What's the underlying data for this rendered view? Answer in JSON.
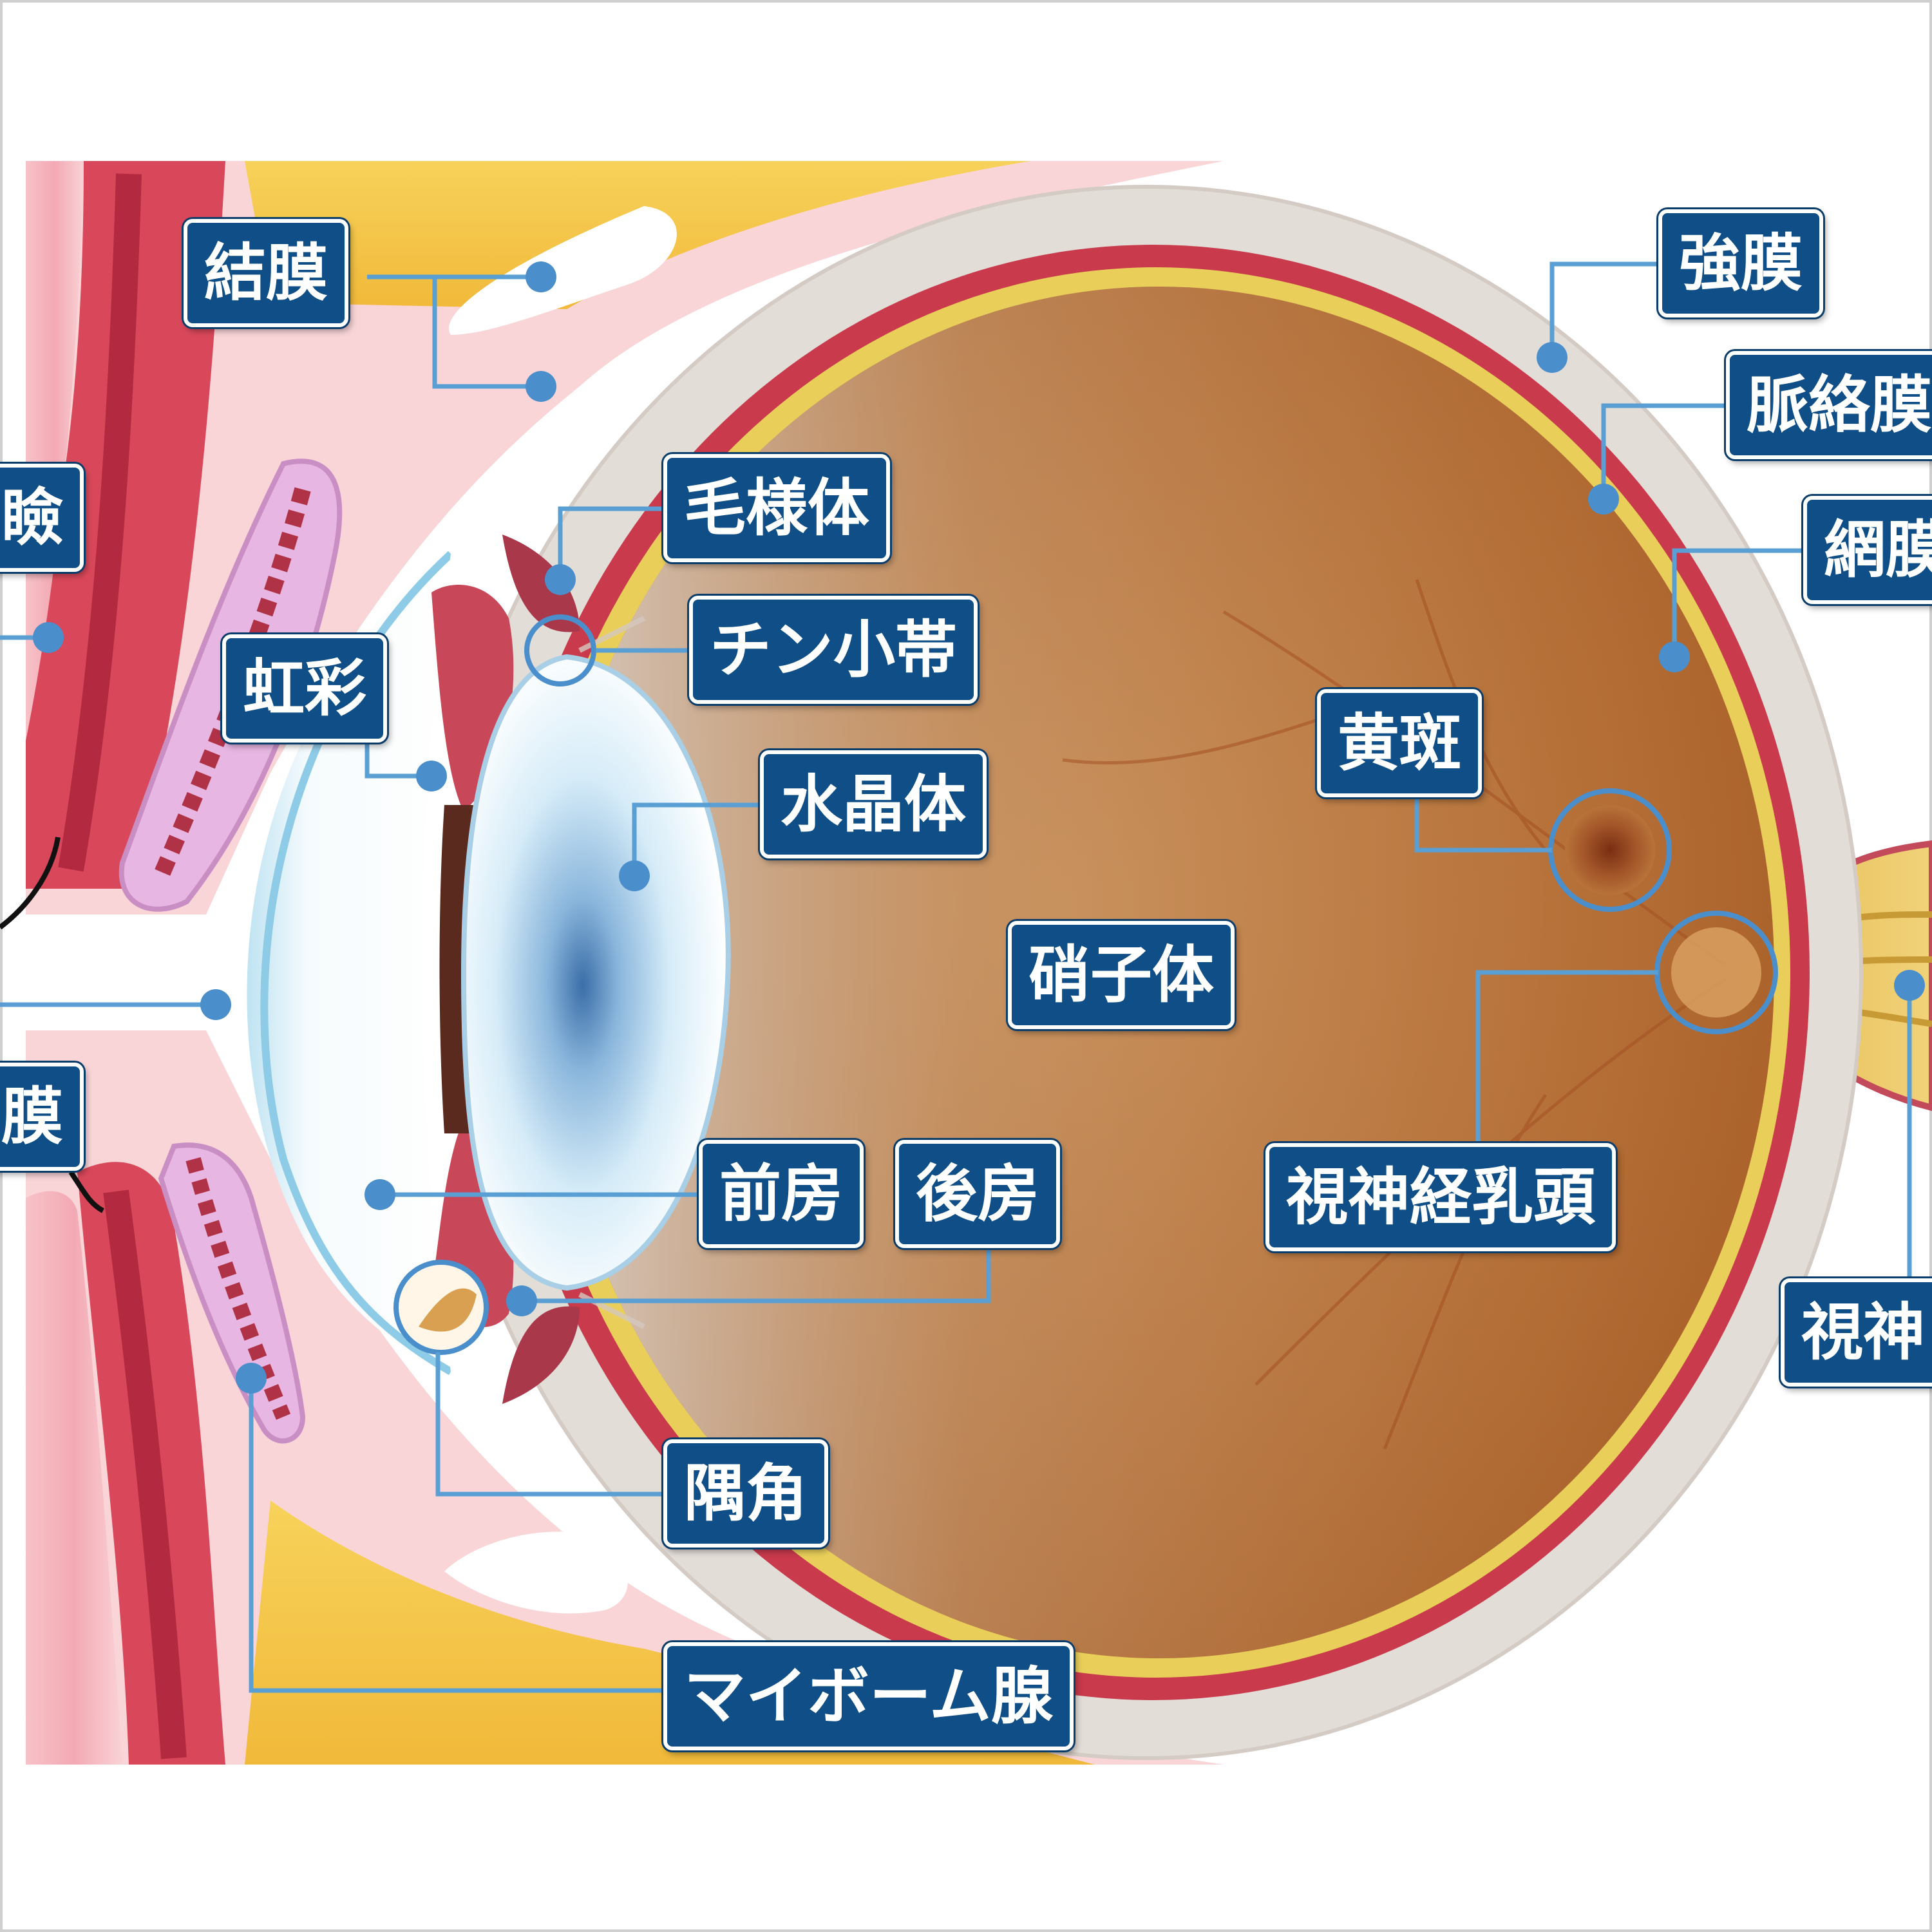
{
  "labels": {
    "ketsumaku": "結膜",
    "ganken": "瞼",
    "kakumaku": "膜",
    "kousai": "虹彩",
    "mouyoutai": "毛様体",
    "chinshoutai": "チン小帯",
    "suishoutai": "水晶体",
    "shoushitai": "硝子体",
    "zenbou": "前房",
    "kouboubou": "後房",
    "guukaku": "隅角",
    "maibomu": "マイボーム腺",
    "kyoumaku": "強膜",
    "myakurakumaku": "脈絡膜",
    "moumaku": "網膜",
    "ouhan": "黄斑",
    "shishinkeinyuutou": "視神経乳頭",
    "shishinkei": "視神"
  },
  "colors": {
    "label_bg": "#0f4e86",
    "leader": "#5a9fd4",
    "dot": "#4a8fcb"
  }
}
